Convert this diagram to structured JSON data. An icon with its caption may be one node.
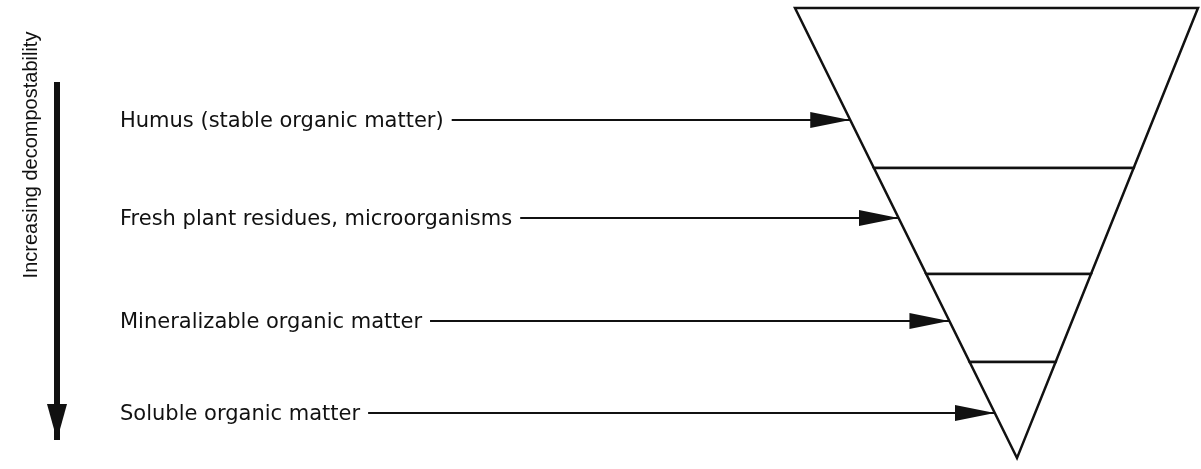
{
  "diagram": {
    "nodes": [
      {
        "text": [
          "Humus (stable organic matter)"
        ]
      },
      {
        "text": [
          "Fresh plant residues, microorganisms"
        ]
      },
      {
        "text": [
          "Mineralizable organic matter"
        ]
      },
      {
        "text": [
          "Soluble organic matter"
        ]
      },
      {
        "text": [],
        "shape": "band"
      },
      {
        "text": [],
        "shape": "band"
      },
      {
        "text": [],
        "shape": "band"
      },
      {
        "text": [],
        "shape": "triangle"
      }
    ],
    "edges": [
      {
        "from": 0,
        "to": 4,
        "arrow": "to"
      },
      {
        "from": 1,
        "to": 5,
        "arrow": "to"
      },
      {
        "from": 2,
        "to": 6,
        "arrow": "to"
      },
      {
        "from": 3,
        "to": 7,
        "arrow": "to"
      }
    ],
    "labels": [
      "Increasing decompostability"
    ]
  }
}
